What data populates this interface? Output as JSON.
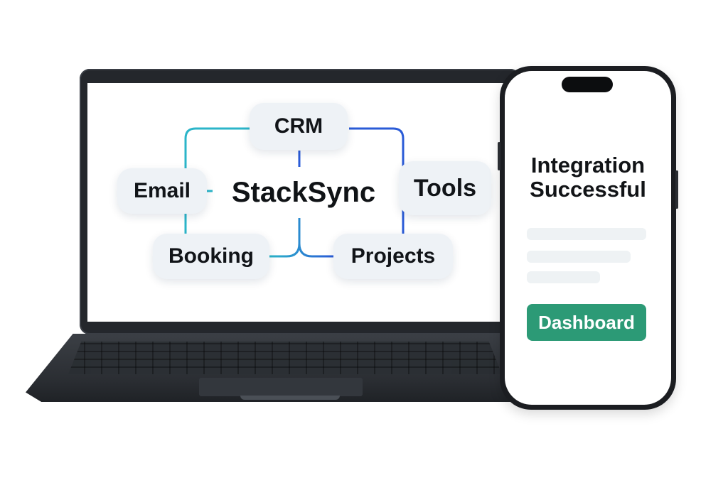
{
  "diagram": {
    "hub": "StackSync",
    "nodes": {
      "crm": "CRM",
      "email": "Email",
      "tools": "Tools",
      "booking": "Booking",
      "projects": "Projects"
    }
  },
  "phone": {
    "title_line1": "Integration",
    "title_line2": "Successful",
    "dashboard_button": "Dashboard"
  },
  "colors": {
    "accent_teal": "#2bb5c9",
    "accent_blue": "#2a5bd7",
    "button_green": "#2c9a76"
  }
}
